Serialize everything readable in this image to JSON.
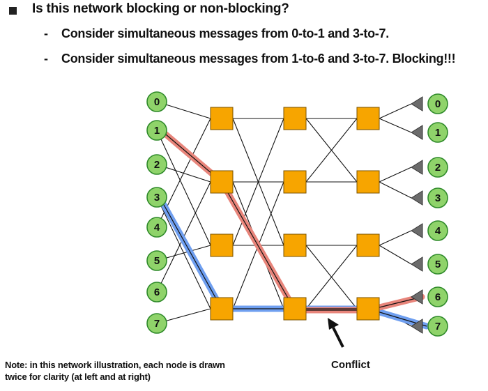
{
  "heading": {
    "question": "Is this network blocking or non-blocking?",
    "point1": "Consider simultaneous messages from 0-to-1 and 3-to-7.",
    "point2": "Consider simultaneous messages from 1-to-6 and 3-to-7.  Blocking!!!"
  },
  "diagram": {
    "left_nodes": [
      "0",
      "1",
      "2",
      "3",
      "4",
      "5",
      "6",
      "7"
    ],
    "right_nodes": [
      "0",
      "1",
      "2",
      "3",
      "4",
      "5",
      "6",
      "7"
    ],
    "colors": {
      "node_fill": "#8fd36a",
      "node_stroke": "#2f8a2a",
      "switch_fill": "#f7a500",
      "switch_stroke": "#7a5200",
      "red_path": "#e8857b",
      "blue_path": "#6f9ff0",
      "receiver": "#6b6b6b"
    },
    "conflict_label": "Conflict"
  },
  "note": "Note: in this network illustration, each node is drawn twice for clarity (at left and at right)"
}
